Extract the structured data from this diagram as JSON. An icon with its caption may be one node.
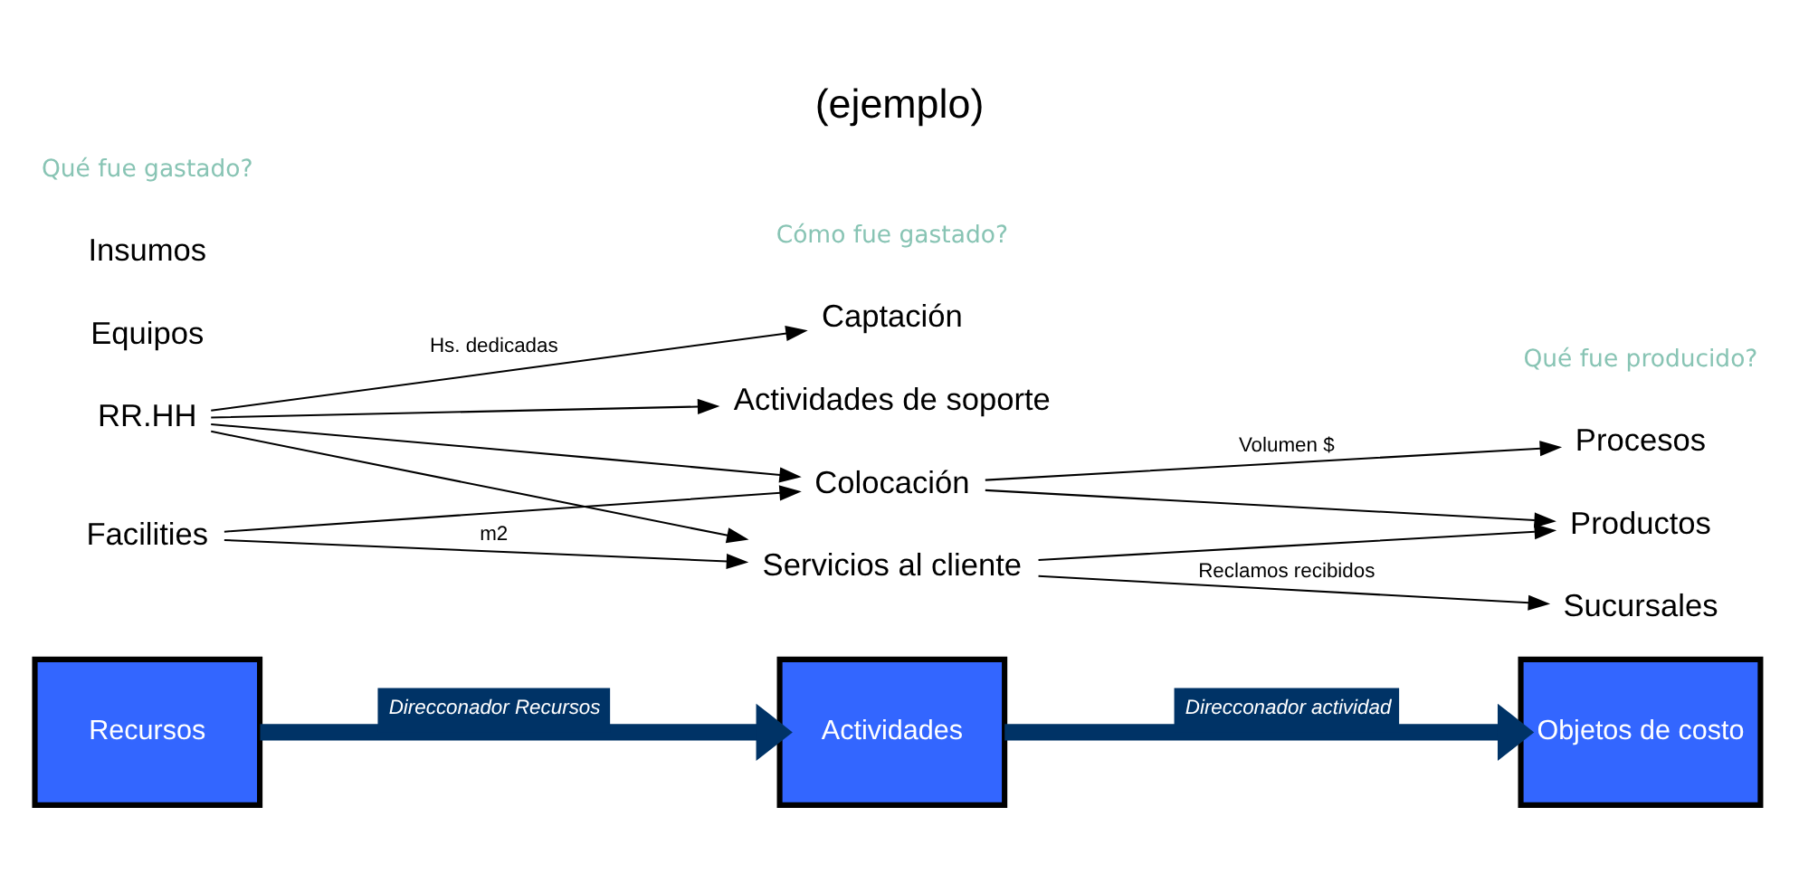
{
  "diagram": {
    "title": "(ejemplo)",
    "nodes": [
      {
        "text": [
          "Recursos"
        ]
      },
      {
        "text": [
          "Actividades"
        ]
      },
      {
        "text": [
          "Objetos de costo"
        ]
      },
      {
        "text": [
          "RR.HH"
        ]
      },
      {
        "text": [
          "Equipos"
        ]
      },
      {
        "text": [
          "Facilities"
        ]
      },
      {
        "text": [
          "Insumos"
        ]
      },
      {
        "text": [
          "Captación"
        ]
      },
      {
        "text": [
          "Colocación"
        ]
      },
      {
        "text": [
          "Actividades de soporte"
        ]
      },
      {
        "text": [
          "Servicios al cliente"
        ]
      },
      {
        "text": [
          "Procesos"
        ]
      },
      {
        "text": [
          "Productos"
        ]
      },
      {
        "text": [
          "Sucursales"
        ]
      }
    ],
    "edges": [
      {
        "from": 0,
        "to": 1,
        "arrow": "to",
        "label": "Direcconador Recursos",
        "style": "thick",
        "color": "#003366"
      },
      {
        "from": 1,
        "to": 2,
        "arrow": "to",
        "label": "Direcconador actividad",
        "style": "thick",
        "color": "#003366"
      },
      {
        "from": 3,
        "to": 7,
        "arrow": "to",
        "label": "Hs. dedicadas"
      },
      {
        "from": 3,
        "to": 8,
        "arrow": "to"
      },
      {
        "from": 3,
        "to": 9,
        "arrow": "to"
      },
      {
        "from": 3,
        "to": 10,
        "arrow": "to"
      },
      {
        "from": 5,
        "to": 8,
        "arrow": "to"
      },
      {
        "from": 5,
        "to": 10,
        "arrow": "to",
        "label": "m2"
      },
      {
        "from": 8,
        "to": 11,
        "arrow": "to",
        "label": "Volumen $"
      },
      {
        "from": 8,
        "to": 12,
        "arrow": "to"
      },
      {
        "from": 10,
        "to": 12,
        "arrow": "to"
      },
      {
        "from": 10,
        "to": 13,
        "arrow": "to",
        "label": "Reclamos recibidos"
      }
    ],
    "labels": [
      "Qué fue gastado?",
      "Cómo fue gastado?",
      "Qué fue producido?"
    ]
  }
}
